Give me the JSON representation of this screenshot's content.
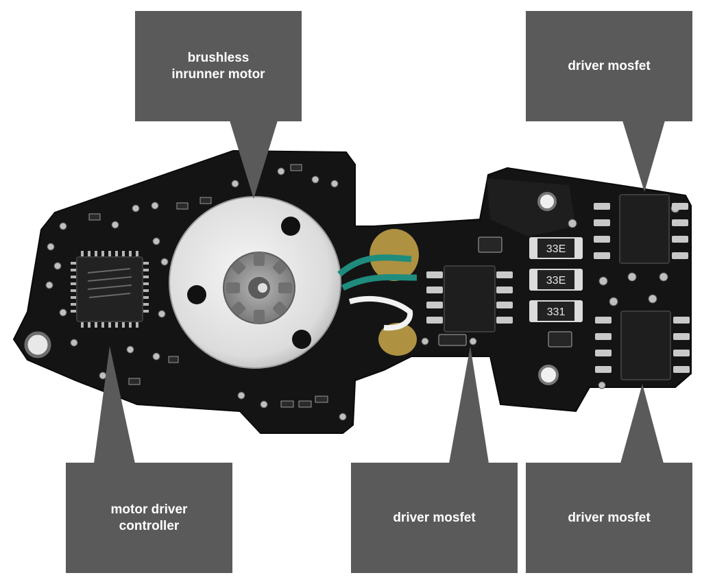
{
  "labels": {
    "motor": "brushless\ninrunner motor",
    "mosfet_top_right": "driver mosfet",
    "controller": "motor driver\ncontroller",
    "mosfet_bottom_middle": "driver mosfet",
    "mosfet_bottom_right": "driver mosfet"
  },
  "component_markings": {
    "resistor_top": "33E",
    "resistor_middle": "33E",
    "resistor_bottom": "331"
  },
  "colors": {
    "callout_fill": "#5a5a5a",
    "callout_text": "#ffffff",
    "pcb": "#141414",
    "motor_body": "#e9e9e9",
    "rotor": "#8a8a8a",
    "wire_green": "#1f8c7d",
    "wire_white": "#f2f2f2",
    "epoxy_amber": "#c9a84a"
  }
}
